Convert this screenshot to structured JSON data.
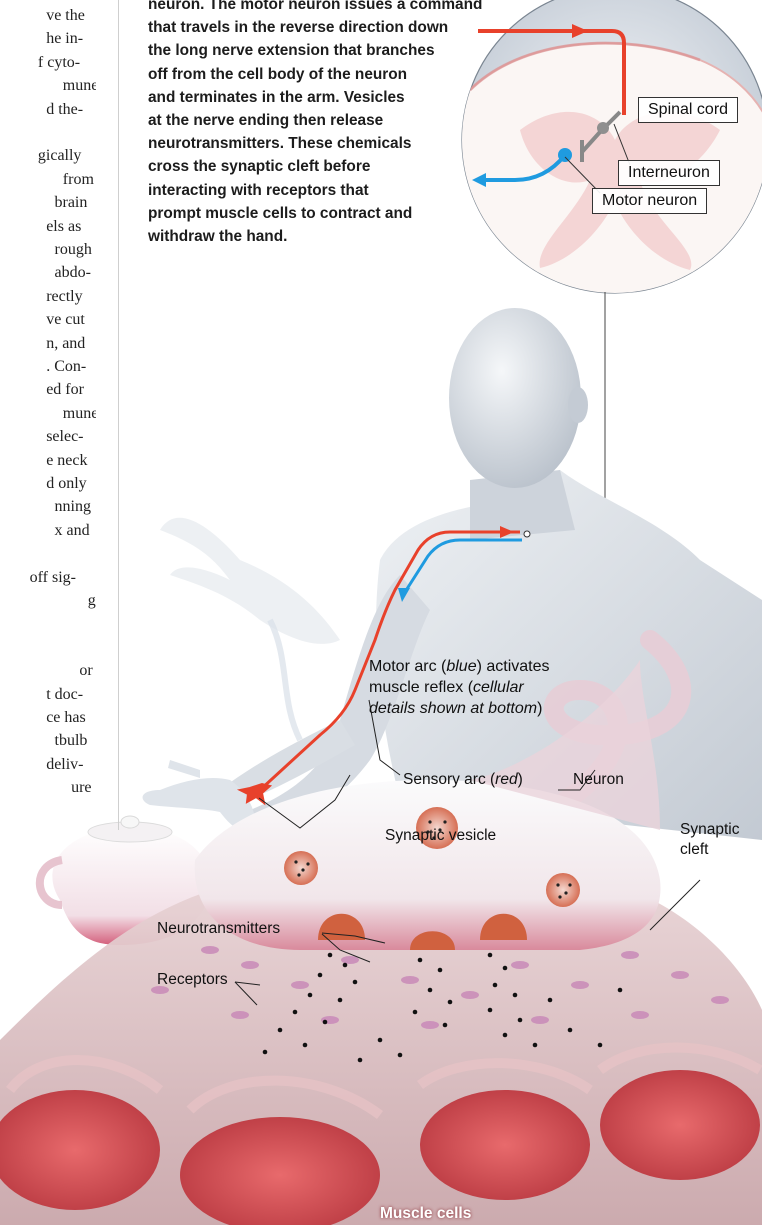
{
  "body_text_fragments": [
    "ve the",
    "he in-",
    "f cyto-",
    "mune",
    "d the-",
    "",
    "gically",
    "from",
    "brain",
    "els as",
    "rough",
    "abdo-",
    "rectly",
    "ve cut",
    "n, and",
    ". Con-",
    "ed for",
    "mune",
    "selec-",
    "e neck",
    "d only",
    "nning",
    "x and",
    "",
    "off sig-",
    "g",
    "",
    "",
    "or",
    "t doc-",
    "ce has",
    "tbulb",
    "deliv-",
    "ure"
  ],
  "caption_lines": [
    "neuron. The motor neuron issues a command",
    "that travels in the reverse direction down",
    "the long nerve extension that branches",
    "off from the cell body of the neuron",
    "and terminates in the arm. Vesicles",
    "at the nerve ending then release",
    "neurotransmitters. These chemicals",
    "cross the synaptic cleft before",
    "interacting with receptors that",
    "prompt muscle cells to contract and",
    "withdraw the hand."
  ],
  "inset_labels": {
    "spinal_cord": "Spinal cord",
    "interneuron": "Interneuron",
    "motor_neuron": "Motor neuron"
  },
  "motor_arc": {
    "prefix": "Motor arc (",
    "color_word": "blue",
    "middle": ") activates muscle reflex (",
    "detail": "cellular details shown at bottom",
    "suffix": ")"
  },
  "sensory_arc": {
    "prefix": "Sensory arc (",
    "color_word": "red",
    "suffix": ")"
  },
  "cell_labels": {
    "neuron": "Neuron",
    "synaptic_vesicle": "Synaptic vesicle",
    "synaptic_cleft": "Synaptic cleft",
    "neurotransmitters": "Neurotransmitters",
    "receptors": "Receptors",
    "muscle_cells": "Muscle cells"
  },
  "colors": {
    "sensory_red": "#e8412b",
    "motor_blue": "#1f9be0",
    "spinal_pink": "#f3c7c6",
    "muscle_red": "#d8545a",
    "neuron_pink": "#e9cfd6"
  }
}
